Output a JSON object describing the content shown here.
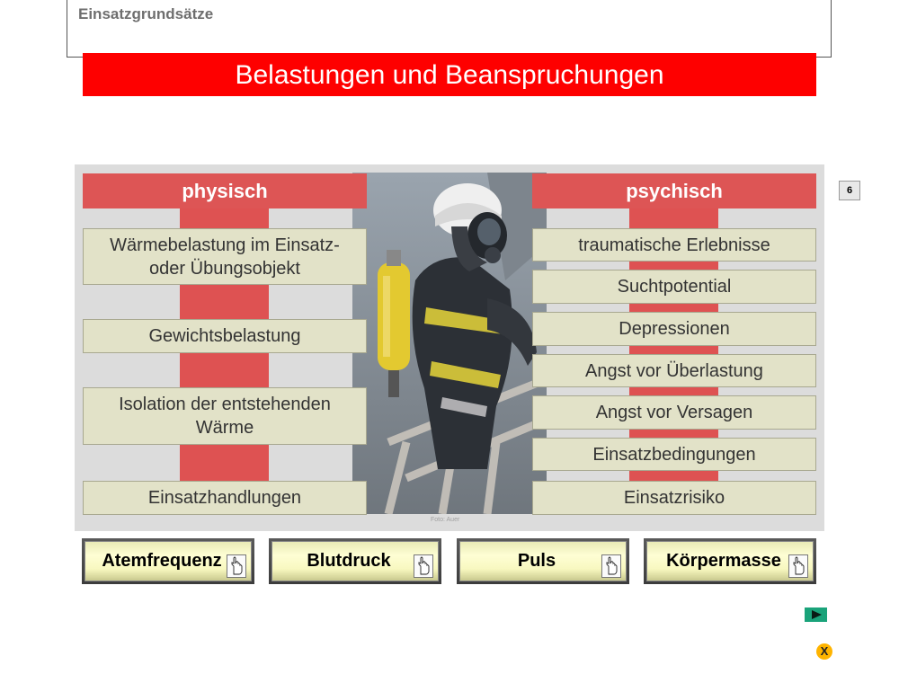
{
  "header": {
    "section_title": "Einsatzgrundsätze"
  },
  "title": "Belastungen und Beanspruchungen",
  "page_number": "6",
  "photo": {
    "credit": "Foto: Auer"
  },
  "physisch": {
    "heading": "physisch",
    "items": [
      {
        "line1": "Wärmebelastung im Einsatz-",
        "line2": "oder Übungsobjekt"
      },
      {
        "line1": "Gewichtsbelastung"
      },
      {
        "line1": "Isolation der entstehenden",
        "line2": "Wärme"
      },
      {
        "line1": "Einsatzhandlungen"
      }
    ]
  },
  "psychisch": {
    "heading": "psychisch",
    "items": [
      "traumatische Erlebnisse",
      "Suchtpotential",
      "Depressionen",
      "Angst vor Überlastung",
      "Angst vor Versagen",
      "Einsatzbedingungen",
      "Einsatzrisiko"
    ]
  },
  "buttons": [
    {
      "label": "Atemfrequenz",
      "icon": "pointing-hand-icon"
    },
    {
      "label": "Blutdruck",
      "icon": "pointing-hand-icon"
    },
    {
      "label": "Puls",
      "icon": "pointing-hand-icon"
    },
    {
      "label": "Körpermasse",
      "icon": "pointing-hand-icon"
    }
  ],
  "nav": {
    "next_icon": "play-icon",
    "close_label": "X"
  },
  "colors": {
    "title_red": "#fe0000",
    "heading_red": "#dd5555",
    "item_bg": "#e2e2c8",
    "panel_bg": "#dcdcdc"
  }
}
